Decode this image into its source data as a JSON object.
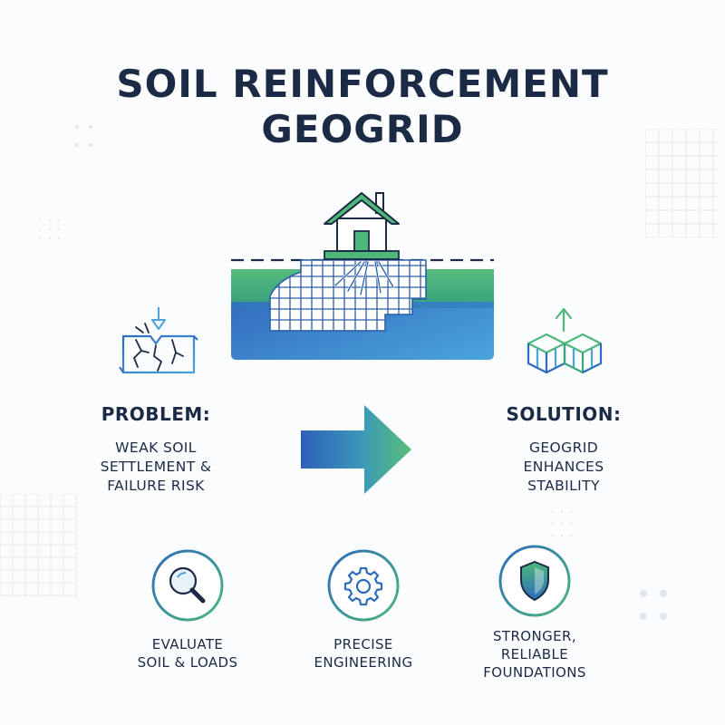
{
  "title": {
    "line1": "SOIL REINFORCEMENT",
    "line2": "GEOGRID"
  },
  "problem": {
    "heading": "PROBLEM:",
    "lines": [
      "WEAK SOIL",
      "SETTLEMENT &",
      "FAILURE RISK"
    ]
  },
  "solution": {
    "heading": "SOLUTION:",
    "lines": [
      "GEOGRID",
      "ENHANCES",
      "STABILITY"
    ]
  },
  "steps": [
    {
      "icon": "magnifier-icon",
      "lines": [
        "EVALUATE",
        "SOIL & LOADS"
      ]
    },
    {
      "icon": "gear-icon",
      "lines": [
        "PRECISE",
        "ENGINEERING"
      ]
    },
    {
      "icon": "shield-icon",
      "lines": [
        "STRONGER,",
        "RELIABLE",
        "FOUNDATIONS"
      ]
    }
  ],
  "colors": {
    "navy": "#1c2b45",
    "green": "#4db87a",
    "blue": "#2d6bbd",
    "light_blue": "#4aa3d9"
  }
}
